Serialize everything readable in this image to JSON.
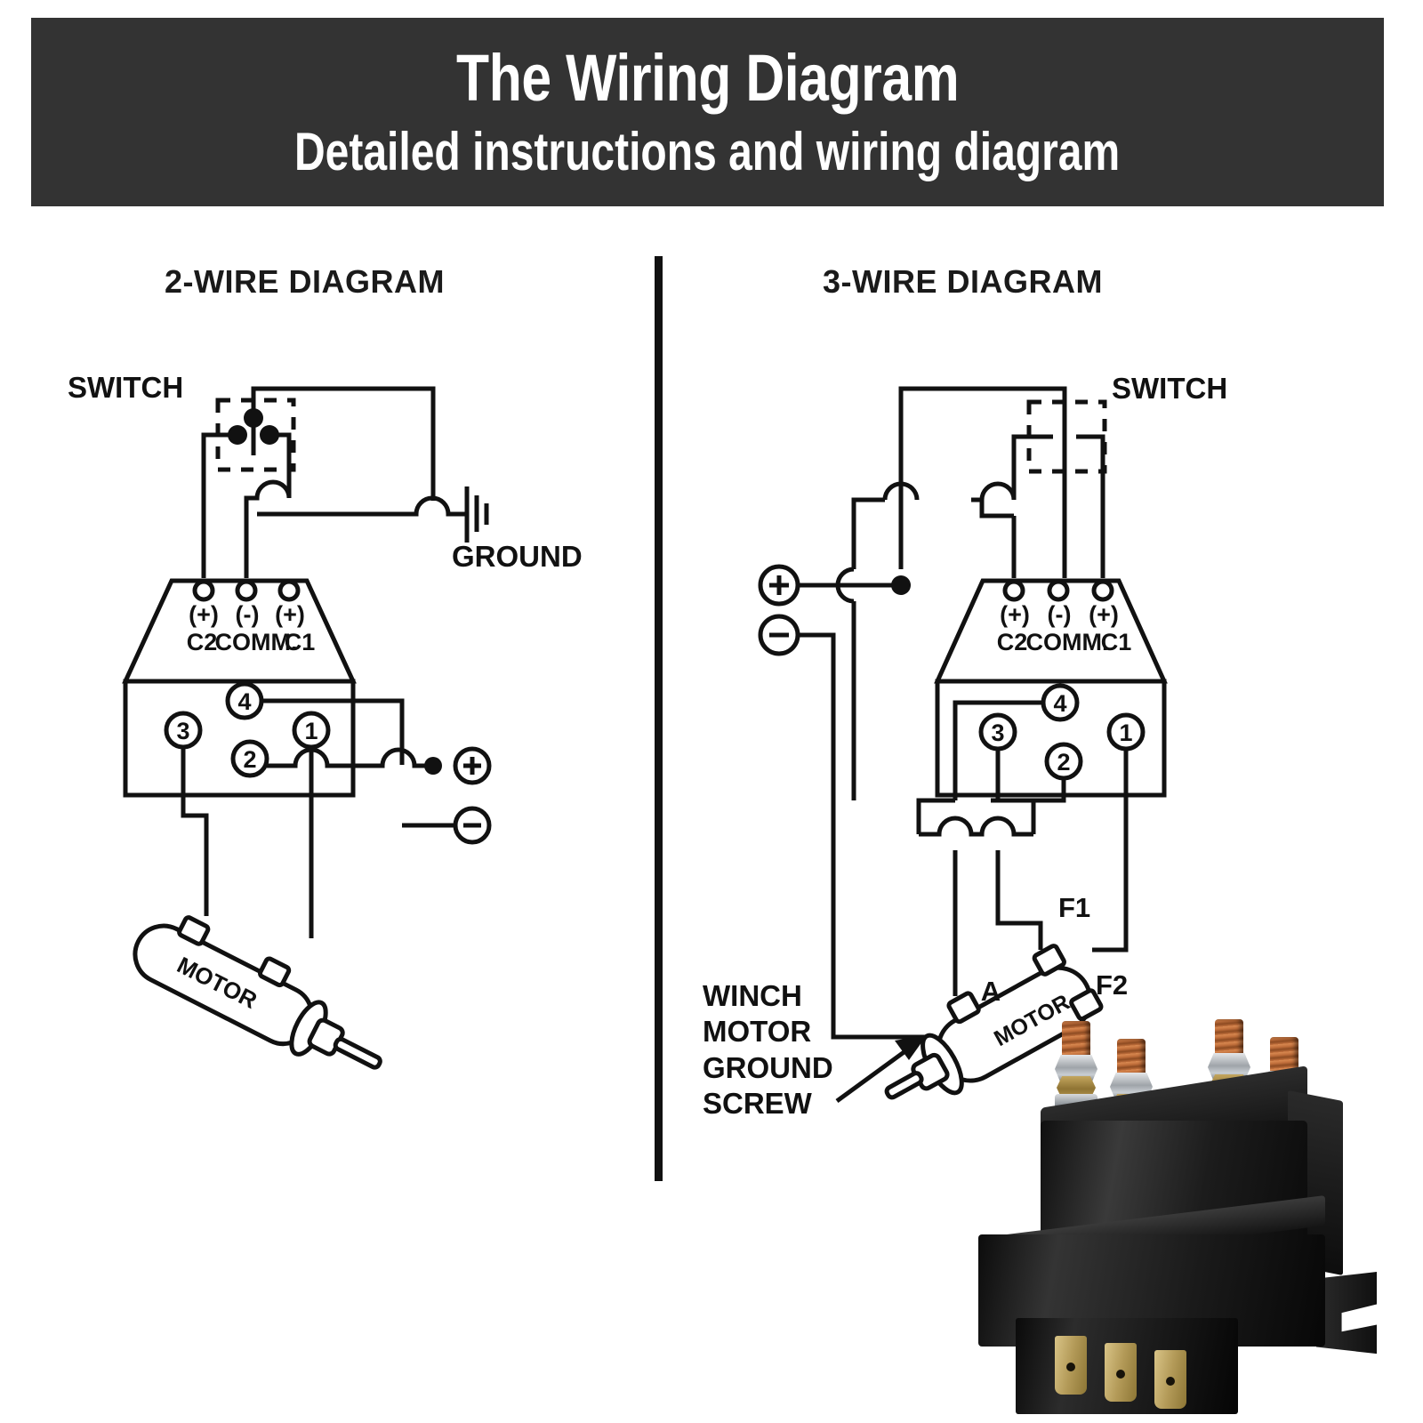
{
  "header": {
    "title": "The Wiring Diagram",
    "subtitle": "Detailed instructions and wiring diagram",
    "background_color": "#333333",
    "text_color": "#ffffff"
  },
  "left_panel": {
    "title": "2-WIRE DIAGRAM",
    "labels": {
      "switch": "SWITCH",
      "ground": "GROUND",
      "motor": "MOTOR"
    },
    "contactor_terminals": {
      "polarity": [
        "(+)",
        "(-)",
        "(+)"
      ],
      "names": [
        "C2",
        "COMM.",
        "C1"
      ]
    },
    "numbered_terminals": [
      "1",
      "2",
      "3",
      "4"
    ],
    "power_terminals": [
      "+",
      "-"
    ]
  },
  "right_panel": {
    "title": "3-WIRE DIAGRAM",
    "labels": {
      "switch": "SWITCH",
      "motor": "MOTOR",
      "winch_ground_screw": [
        "WINCH",
        "MOTOR",
        "GROUND",
        "SCREW"
      ],
      "winch_ground_screw_text": "WINCH MOTOR GROUND SCREW"
    },
    "contactor_terminals": {
      "polarity": [
        "(+)",
        "(-)",
        "(+)"
      ],
      "names": [
        "C2",
        "COMM.",
        "C1"
      ]
    },
    "numbered_terminals": [
      "1",
      "2",
      "3",
      "4"
    ],
    "motor_terminals": [
      "A",
      "F1",
      "F2"
    ],
    "power_terminals": [
      "+",
      "-"
    ]
  },
  "product_photo": {
    "description": "winch-solenoid-relay",
    "body_color": "#111111",
    "stud_count": 4,
    "spade_count": 3
  },
  "colors": {
    "line": "#111111",
    "background": "#ffffff",
    "banner": "#333333",
    "copper": "#c2703c",
    "brass": "#b39a58"
  }
}
